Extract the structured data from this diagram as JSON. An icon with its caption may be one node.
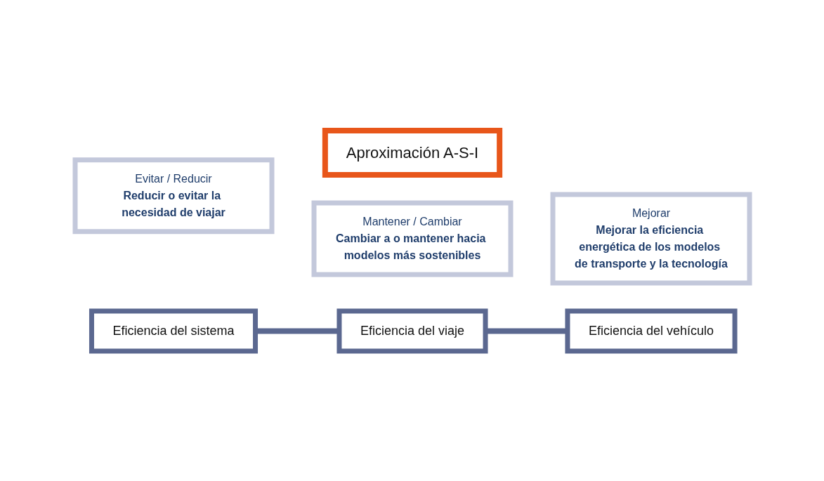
{
  "diagram": {
    "nodes": [
      {
        "text": [
          "Aproximación A-S-I"
        ]
      },
      {
        "text": [
          "Evitar / Reducir",
          "Reducir o evitar la necesidad de viajar"
        ]
      },
      {
        "text": [
          "Mantener / Cambiar",
          "Cambiar a o mantener hacia modelos más sostenibles"
        ]
      },
      {
        "text": [
          "Mejorar",
          "Mejorar la eficiencia energética de los modelos de transporte y la tecnología"
        ]
      },
      {
        "text": [
          "Eficiencia del sistema"
        ]
      },
      {
        "text": [
          "Eficiencia del viaje"
        ]
      },
      {
        "text": [
          "Eficiencia del vehículo"
        ]
      }
    ],
    "edges": [
      {
        "from": 4,
        "to": 5,
        "arrow": "none"
      },
      {
        "from": 5,
        "to": 6,
        "arrow": "none"
      }
    ]
  }
}
